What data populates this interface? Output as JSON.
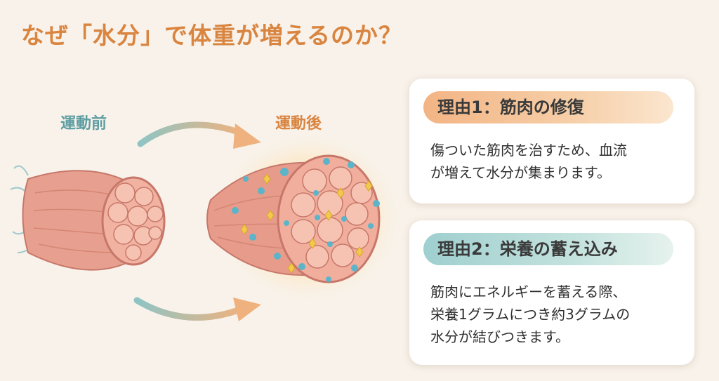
{
  "title": "なぜ「水分」で体重が増えるのか？",
  "labels": {
    "before": "運動前",
    "after": "運動後"
  },
  "cards": [
    {
      "heading": "理由1：筋肉の修復",
      "lines": [
        "傷ついた筋肉を治すため、血流",
        "が増えて水分が集まります。"
      ],
      "accent": "#f3b484"
    },
    {
      "heading": "理由2：栄養の蓄え込み",
      "lines": [
        "筋肉にエネルギーを蓄える際、",
        "栄養1グラムにつき約3グラムの",
        "水分が結びつきます。"
      ],
      "accent": "#9fcfcf"
    }
  ],
  "colors": {
    "title": "#d9843f",
    "before_label": "#5e9ea3",
    "after_label": "#d9843f",
    "muscle": "#e8988a",
    "water_drop": "#5bb4c9",
    "glycogen": "#f2c94c"
  },
  "icons": [
    "muscle-before-illustration",
    "muscle-after-illustration",
    "arrow-icon",
    "water-drop-icon",
    "glycogen-diamond-icon"
  ]
}
